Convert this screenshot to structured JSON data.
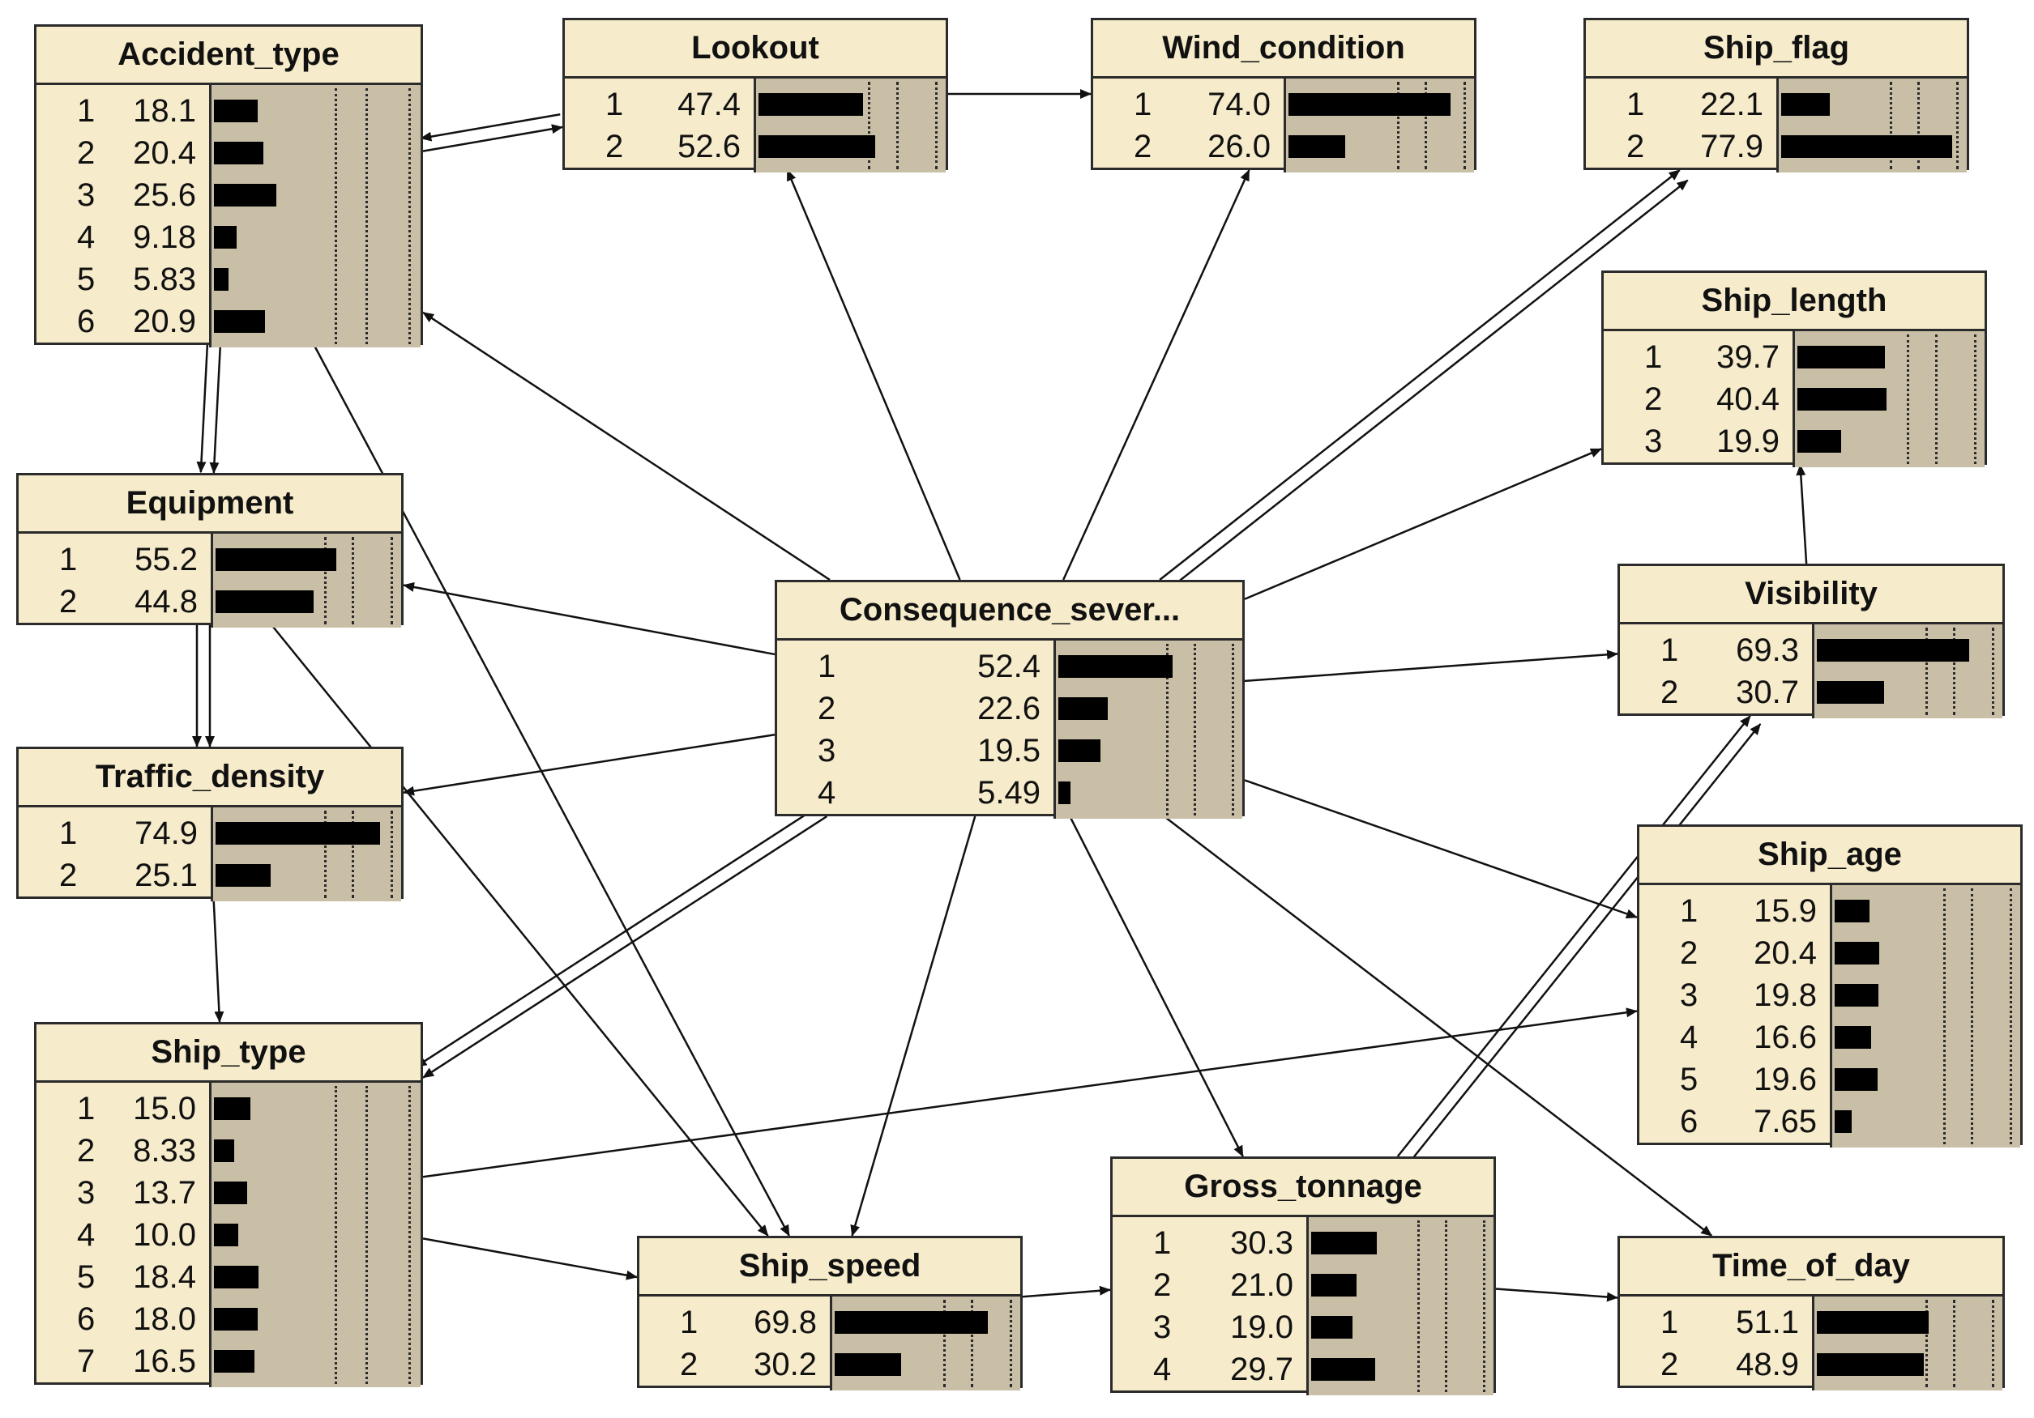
{
  "colors": {
    "node_fill": "#f6ebca",
    "bar_area": "#c9bfa7",
    "bar": "#000000",
    "edge": "#111111"
  },
  "nodes": [
    {
      "id": "accident_type",
      "title": "Accident_type",
      "states": [
        {
          "state": "1",
          "value": "18.1"
        },
        {
          "state": "2",
          "value": "20.4"
        },
        {
          "state": "3",
          "value": "25.6"
        },
        {
          "state": "4",
          "value": "9.18"
        },
        {
          "state": "5",
          "value": "5.83"
        },
        {
          "state": "6",
          "value": "20.9"
        }
      ]
    },
    {
      "id": "lookout",
      "title": "Lookout",
      "states": [
        {
          "state": "1",
          "value": "47.4"
        },
        {
          "state": "2",
          "value": "52.6"
        }
      ]
    },
    {
      "id": "wind_condition",
      "title": "Wind_condition",
      "states": [
        {
          "state": "1",
          "value": "74.0"
        },
        {
          "state": "2",
          "value": "26.0"
        }
      ]
    },
    {
      "id": "ship_flag",
      "title": "Ship_flag",
      "states": [
        {
          "state": "1",
          "value": "22.1"
        },
        {
          "state": "2",
          "value": "77.9"
        }
      ]
    },
    {
      "id": "ship_length",
      "title": "Ship_length",
      "states": [
        {
          "state": "1",
          "value": "39.7"
        },
        {
          "state": "2",
          "value": "40.4"
        },
        {
          "state": "3",
          "value": "19.9"
        }
      ]
    },
    {
      "id": "equipment",
      "title": "Equipment",
      "states": [
        {
          "state": "1",
          "value": "55.2"
        },
        {
          "state": "2",
          "value": "44.8"
        }
      ]
    },
    {
      "id": "consequence",
      "title": "Consequence_sever...",
      "states": [
        {
          "state": "1",
          "value": "52.4"
        },
        {
          "state": "2",
          "value": "22.6"
        },
        {
          "state": "3",
          "value": "19.5"
        },
        {
          "state": "4",
          "value": "5.49"
        }
      ]
    },
    {
      "id": "visibility",
      "title": "Visibility",
      "states": [
        {
          "state": "1",
          "value": "69.3"
        },
        {
          "state": "2",
          "value": "30.7"
        }
      ]
    },
    {
      "id": "traffic_density",
      "title": "Traffic_density",
      "states": [
        {
          "state": "1",
          "value": "74.9"
        },
        {
          "state": "2",
          "value": "25.1"
        }
      ]
    },
    {
      "id": "ship_age",
      "title": "Ship_age",
      "states": [
        {
          "state": "1",
          "value": "15.9"
        },
        {
          "state": "2",
          "value": "20.4"
        },
        {
          "state": "3",
          "value": "19.8"
        },
        {
          "state": "4",
          "value": "16.6"
        },
        {
          "state": "5",
          "value": "19.6"
        },
        {
          "state": "6",
          "value": "7.65"
        }
      ]
    },
    {
      "id": "ship_type",
      "title": "Ship_type",
      "states": [
        {
          "state": "1",
          "value": "15.0"
        },
        {
          "state": "2",
          "value": "8.33"
        },
        {
          "state": "3",
          "value": "13.7"
        },
        {
          "state": "4",
          "value": "10.0"
        },
        {
          "state": "5",
          "value": "18.4"
        },
        {
          "state": "6",
          "value": "18.0"
        },
        {
          "state": "7",
          "value": "16.5"
        }
      ]
    },
    {
      "id": "gross_tonnage",
      "title": "Gross_tonnage",
      "states": [
        {
          "state": "1",
          "value": "30.3"
        },
        {
          "state": "2",
          "value": "21.0"
        },
        {
          "state": "3",
          "value": "19.0"
        },
        {
          "state": "4",
          "value": "29.7"
        }
      ]
    },
    {
      "id": "ship_speed",
      "title": "Ship_speed",
      "states": [
        {
          "state": "1",
          "value": "69.8"
        },
        {
          "state": "2",
          "value": "30.2"
        }
      ]
    },
    {
      "id": "time_of_day",
      "title": "Time_of_day",
      "states": [
        {
          "state": "1",
          "value": "51.1"
        },
        {
          "state": "2",
          "value": "48.9"
        }
      ]
    }
  ],
  "edges": [
    {
      "from": "accident_type",
      "to": "lookout"
    },
    {
      "from": "lookout",
      "to": "accident_type"
    },
    {
      "from": "lookout",
      "to": "wind_condition"
    },
    {
      "from": "accident_type",
      "to": "equipment"
    },
    {
      "from": "accident_type",
      "to": "equipment"
    },
    {
      "from": "accident_type",
      "to": "ship_speed"
    },
    {
      "from": "equipment",
      "to": "traffic_density"
    },
    {
      "from": "equipment",
      "to": "traffic_density"
    },
    {
      "from": "equipment",
      "to": "ship_speed"
    },
    {
      "from": "traffic_density",
      "to": "ship_type"
    },
    {
      "from": "consequence",
      "to": "accident_type"
    },
    {
      "from": "consequence",
      "to": "lookout"
    },
    {
      "from": "consequence",
      "to": "wind_condition"
    },
    {
      "from": "consequence",
      "to": "ship_flag"
    },
    {
      "from": "consequence",
      "to": "ship_flag"
    },
    {
      "from": "consequence",
      "to": "ship_length"
    },
    {
      "from": "consequence",
      "to": "equipment"
    },
    {
      "from": "consequence",
      "to": "traffic_density"
    },
    {
      "from": "consequence",
      "to": "visibility"
    },
    {
      "from": "consequence",
      "to": "ship_age"
    },
    {
      "from": "consequence",
      "to": "ship_type"
    },
    {
      "from": "consequence",
      "to": "ship_type"
    },
    {
      "from": "consequence",
      "to": "ship_speed"
    },
    {
      "from": "consequence",
      "to": "gross_tonnage"
    },
    {
      "from": "consequence",
      "to": "time_of_day"
    },
    {
      "from": "visibility",
      "to": "ship_length"
    },
    {
      "from": "ship_type",
      "to": "ship_age"
    },
    {
      "from": "ship_type",
      "to": "ship_speed"
    },
    {
      "from": "ship_speed",
      "to": "gross_tonnage"
    },
    {
      "from": "gross_tonnage",
      "to": "visibility"
    },
    {
      "from": "gross_tonnage",
      "to": "visibility"
    },
    {
      "from": "gross_tonnage",
      "to": "time_of_day"
    }
  ]
}
